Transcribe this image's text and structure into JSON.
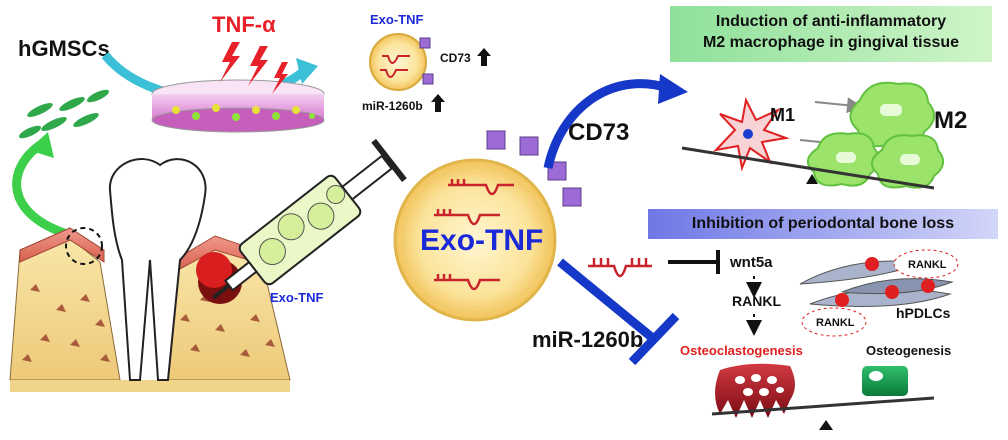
{
  "labels": {
    "hgmscs": "hGMSCs",
    "tnf_alpha": "TNF-α",
    "exo_tnf_small": "Exo-TNF",
    "cd73_small": "CD73",
    "mir_small": "miR-1260b",
    "up_arrow": "🠉",
    "exo_tnf_syringe": "Exo-TNF",
    "exo_tnf_main": "Exo-TNF",
    "cd73_main": "CD73",
    "mir_main": "miR-1260b",
    "m1": "M1",
    "m2": "M2",
    "wnt5a": "wnt5a",
    "rankl": "RANKL",
    "rankl_cell_1": "RANKL",
    "rankl_cell_2": "RANKL",
    "hpdlcs": "hPDLCs",
    "osteoclastogenesis": "Osteoclastogenesis",
    "osteogenesis": "Osteogenesis"
  },
  "headers": {
    "green_line1": "Induction of anti-inflammatory",
    "green_line2": "M2 macrophage in gingival tissue",
    "blue": "Inhibition of periodontal bone loss"
  },
  "colors": {
    "tnf_red": "#e8202a",
    "exo_blue": "#1a2ad8",
    "osteoclastogenesis_red": "#e02020",
    "mir_red": "#d8231c"
  }
}
